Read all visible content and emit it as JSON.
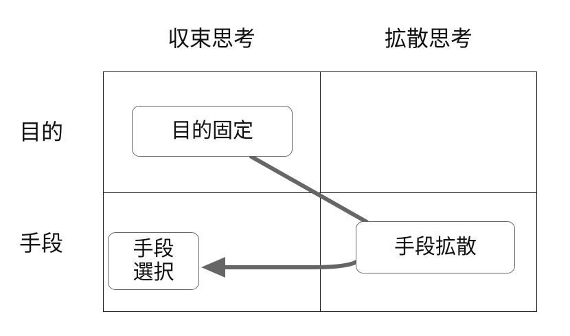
{
  "columns": [
    "収束思考",
    "拡散思考"
  ],
  "rows": [
    "目的",
    "手段"
  ],
  "nodes": {
    "mokuteki_kotei": "目的固定",
    "shudan_kakusan": "手段拡散",
    "shudan_sentaku_line1": "手段",
    "shudan_sentaku_line2": "選択"
  },
  "colors": {
    "connector": "#666666",
    "grid": "#222222",
    "node_border": "#666666"
  }
}
